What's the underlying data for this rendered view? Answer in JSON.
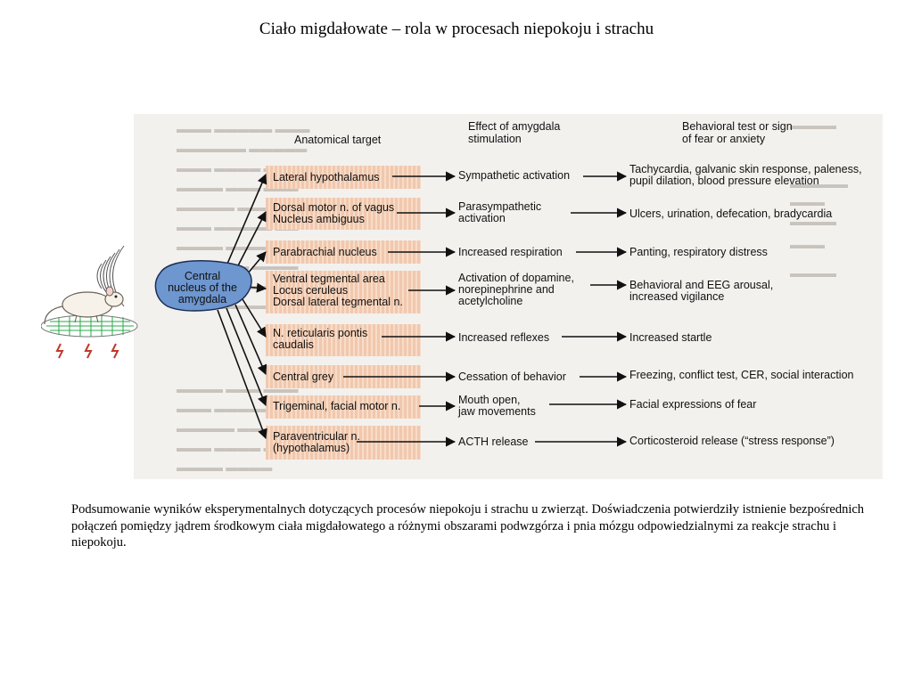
{
  "slide": {
    "title": "Ciało migdałowate – rola w procesach niepokoju i strachu",
    "caption": "Podsumowanie wyników eksperymentalnych dotyczących procesów niepokoju i strachu u  zwierząt. Doświadczenia potwierdziły istnienie bezpośrednich połączeń pomiędzy jądrem środkowym ciała migdałowatego a różnymi obszarami podwzgórza i pnia mózgu odpowiedzialnymi za reakcje strachu i niepokoju."
  },
  "figure": {
    "headers": {
      "anatomical": "Anatomical target",
      "effect": "Effect of amygdala\nstimulation",
      "behavioral": "Behavioral test or sign\nof fear or anxiety"
    },
    "central_nucleus": "Central\nnucleus of the\namygdala",
    "rows": [
      {
        "target": "Lateral hypothalamus",
        "effect": "Sympathetic activation",
        "sign": "Tachycardia, galvanic skin response, paleness,\npupil dilation, blood pressure elevation"
      },
      {
        "target": "Dorsal motor n. of vagus\nNucleus ambiguus",
        "effect": "Parasympathetic\nactivation",
        "sign": "Ulcers, urination, defecation, bradycardia"
      },
      {
        "target": "Parabrachial nucleus",
        "effect": "Increased respiration",
        "sign": "Panting, respiratory distress"
      },
      {
        "target": "Ventral tegmental area\nLocus ceruleus\nDorsal lateral tegmental n.",
        "effect": "Activation of dopamine,\nnorepinephrine and\nacetylcholine",
        "sign": "Behavioral and EEG arousal,\nincreased vigilance"
      },
      {
        "target": "N. reticularis pontis\ncaudalis",
        "effect": "Increased reflexes",
        "sign": "Increased startle"
      },
      {
        "target": "Central grey",
        "effect": "Cessation of behavior",
        "sign": "Freezing, conflict test, CER, social interaction"
      },
      {
        "target": "Trigeminal, facial motor n.",
        "effect": "Mouth open,\njaw movements",
        "sign": "Facial expressions of fear"
      },
      {
        "target": "Paraventricular n.\n(hypothalamus)",
        "effect": "ACTH release",
        "sign": "Corticosteroid release (“stress response”)"
      }
    ]
  },
  "icons": {
    "rat": "rat-illustration",
    "sound_waves": "sound-waves-icon",
    "shock": "electric-shock-icon"
  },
  "colors": {
    "nucleus_fill": "#6e96cf",
    "stripe": "#f0c8ae",
    "grid_green": "#2aa84a"
  }
}
